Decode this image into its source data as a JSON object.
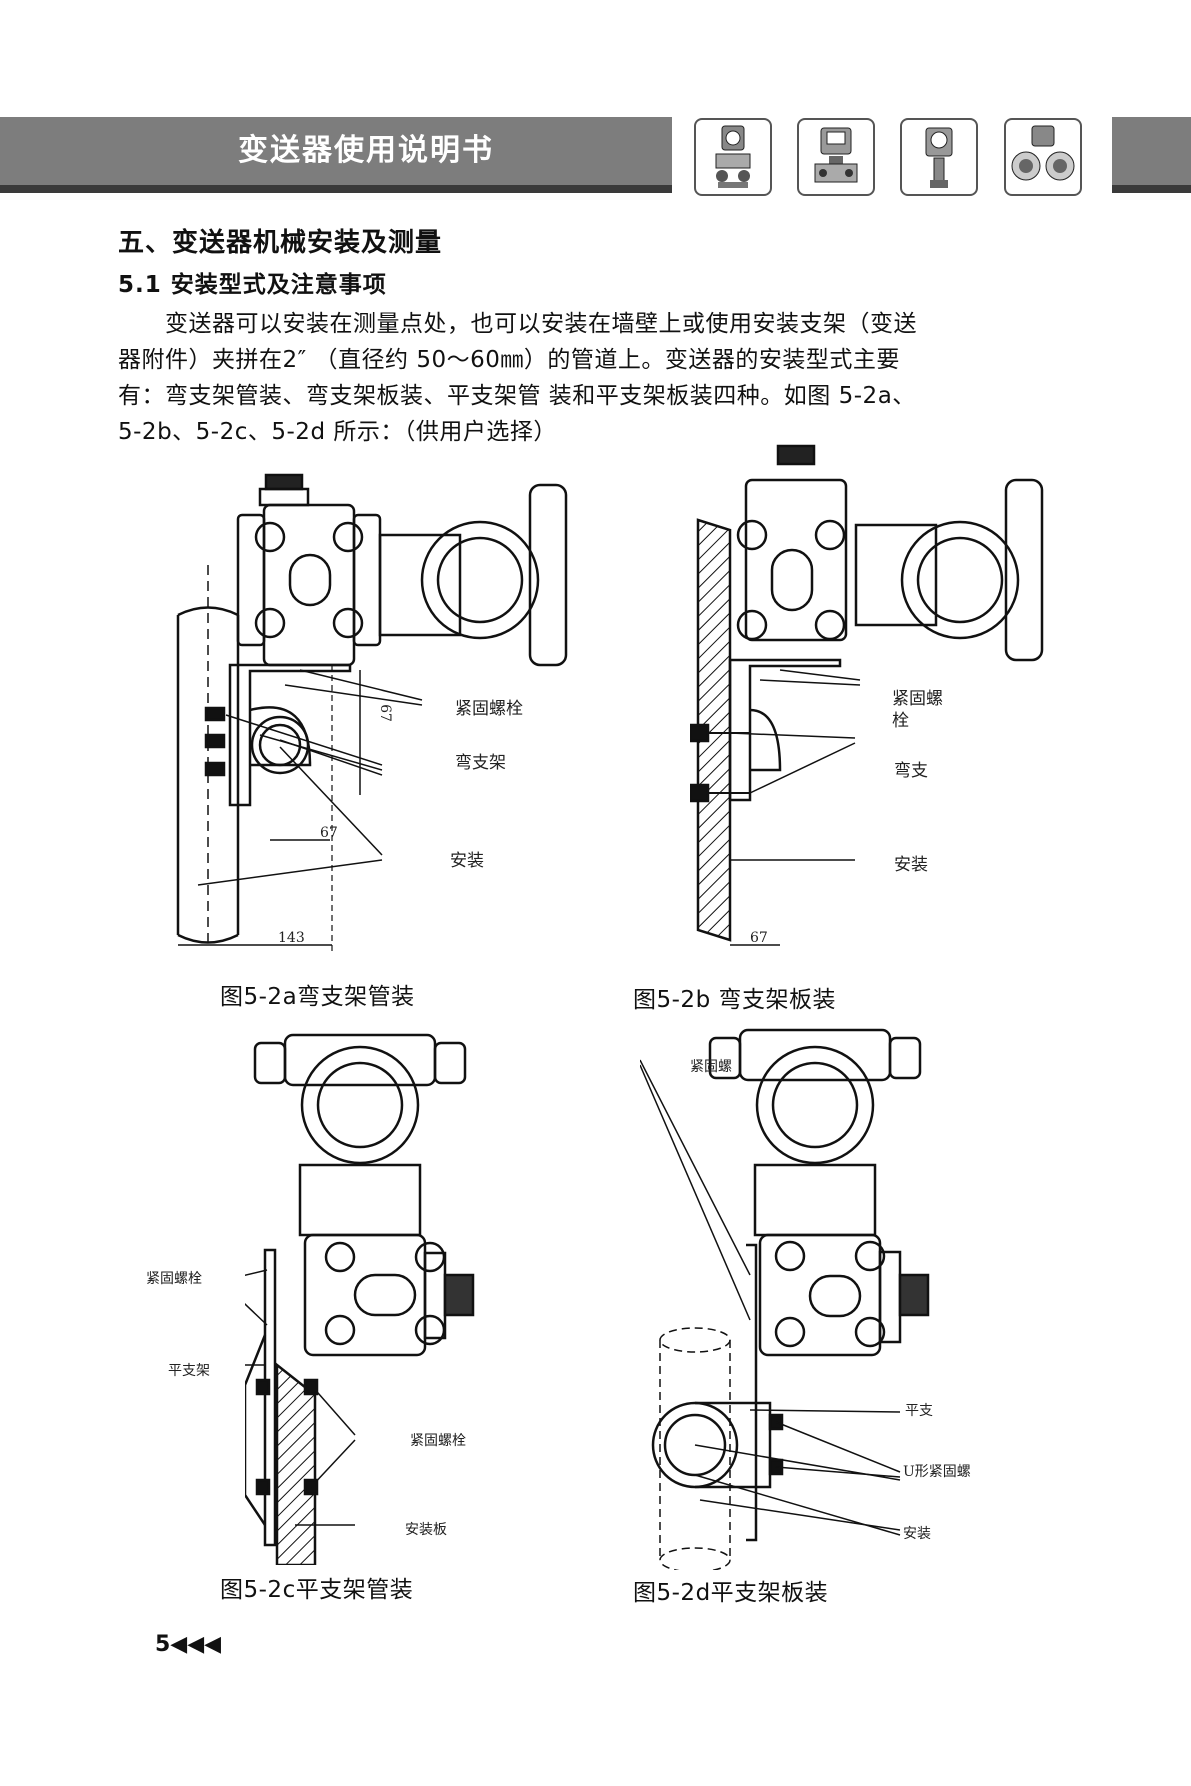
{
  "header": {
    "title": "变送器使用说明书"
  },
  "section": {
    "heading": "五、变送器机械安装及测量",
    "subheading": "5.1  安装型式及注意事项",
    "paragraph_lines": [
      "　　变送器可以安装在测量点处，也可以安装在墙壁上或使用安装支架（变送",
      "器附件）夹拼在2″ （直径约 50～60㎜）的管道上。变送器的安装型式主要",
      "有：弯支架管装、弯支架板装、平支架管 装和平支架板装四种。如图 5-2a、",
      "5-2b、5-2c、5-2d 所示：（供用户选择）"
    ]
  },
  "figures": {
    "a": {
      "caption": "图5-2a弯支架管装",
      "labels": {
        "bolt": "紧固螺栓",
        "bracket": "弯支架",
        "install": "安装"
      },
      "dims": {
        "height": "67",
        "offset": "67",
        "width": "143"
      }
    },
    "b": {
      "caption": "图5-2b 弯支架板装",
      "labels": {
        "bolt_line1": "紧固螺",
        "bolt_line2": "栓",
        "bracket": "弯支",
        "install": "安装"
      },
      "dims": {
        "width": "67"
      }
    },
    "c": {
      "caption": "图5-2c平支架管装",
      "labels": {
        "bolt_top": "紧固螺栓",
        "bracket": "平支架",
        "bolt_bottom": "紧固螺栓",
        "plate": "安装板"
      }
    },
    "d": {
      "caption": "图5-2d平支架板装",
      "labels": {
        "bolt": "紧固螺",
        "bracket": "平支",
        "ubolt": "U形紧固螺",
        "install": "安装"
      }
    }
  },
  "footer": {
    "page": "5◀◀◀"
  },
  "icons": [
    "transmitter-thumb-1-icon",
    "transmitter-thumb-2-icon",
    "transmitter-thumb-3-icon",
    "transmitter-thumb-4-icon"
  ]
}
